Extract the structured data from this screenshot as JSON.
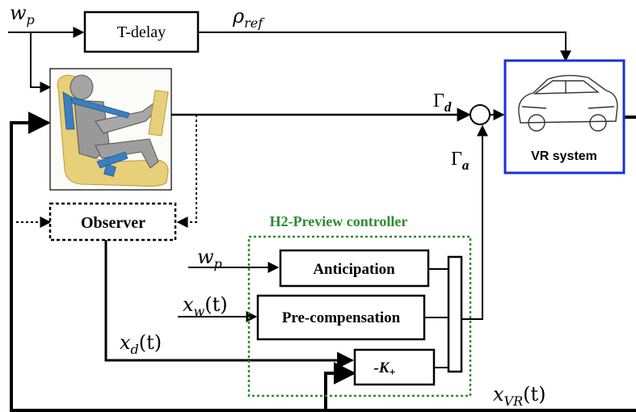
{
  "signals": {
    "wp_top_sub": "p",
    "rho_ref_sub": "ref",
    "gamma_d_sub": "d",
    "gamma_a_sub": "a",
    "wp_mid_sub": "p",
    "xw_sub": "w",
    "xw_arg": "(t)",
    "xd_sub": "d",
    "xd_arg": "(t)",
    "xvr_sub": "VR",
    "xvr_arg": "(t)"
  },
  "blocks": {
    "t_delay": "T-delay",
    "vr_system": "VR system",
    "observer": "Observer",
    "h2_preview": "H2-Preview controller",
    "anticipation": "Anticipation",
    "pre_compensation": "Pre-compensation",
    "gain_k": "-K",
    "gain_k_sub": "+"
  },
  "colors": {
    "vr_border": "#1a2fd6",
    "controller_border": "#2e8b2e",
    "seat": "#e8cf7a",
    "dummy": "#9a9a9a",
    "belt": "#3a7fc0"
  }
}
